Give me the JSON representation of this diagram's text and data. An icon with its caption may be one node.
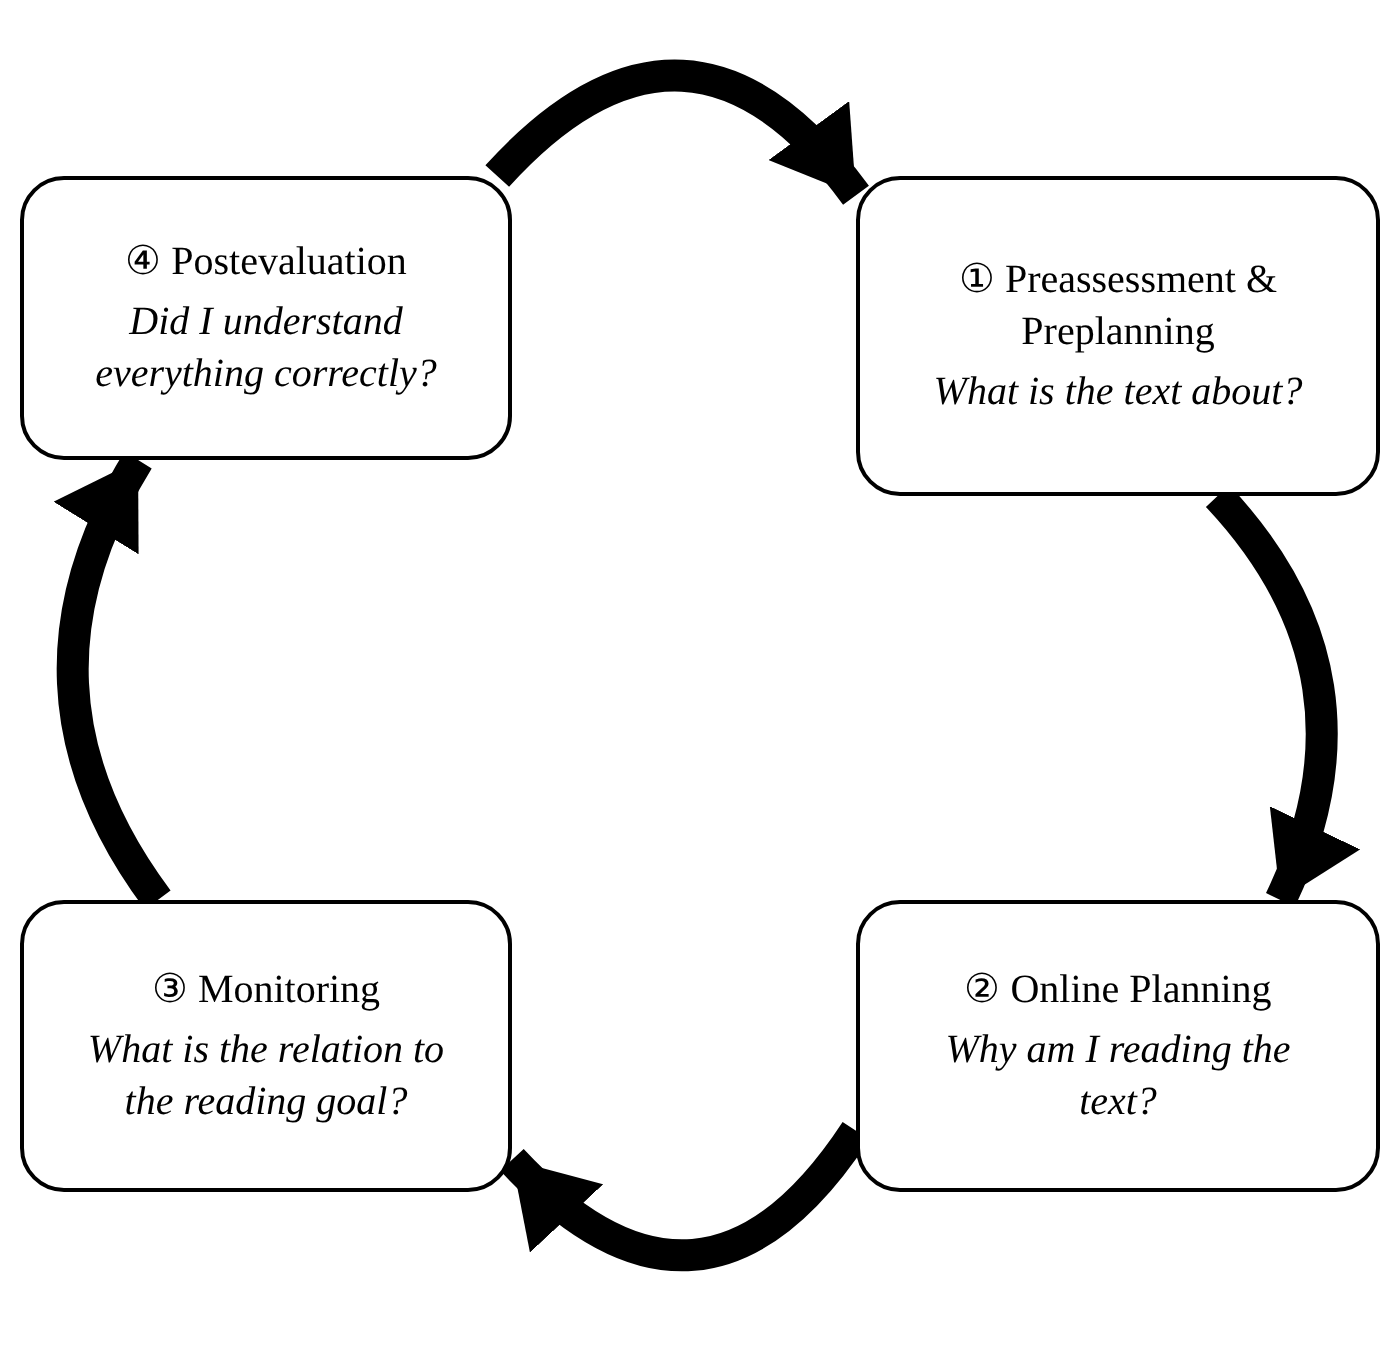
{
  "diagram": {
    "nodes": [
      {
        "text": [
          "④ Postevaluation",
          "Did I understand everything correctly?"
        ]
      },
      {
        "text": [
          "① Preassessment & Preplanning",
          "What is the text about?"
        ]
      },
      {
        "text": [
          "② Online Planning",
          "Why am I reading the text?"
        ]
      },
      {
        "text": [
          "③ Monitoring",
          "What is the relation to the reading goal?"
        ]
      }
    ],
    "edges": [
      {
        "from": 0,
        "to": 1,
        "arrow": "to"
      },
      {
        "from": 1,
        "to": 2,
        "arrow": "to"
      },
      {
        "from": 2,
        "to": 3,
        "arrow": "to"
      },
      {
        "from": 3,
        "to": 0,
        "arrow": "to"
      }
    ]
  }
}
